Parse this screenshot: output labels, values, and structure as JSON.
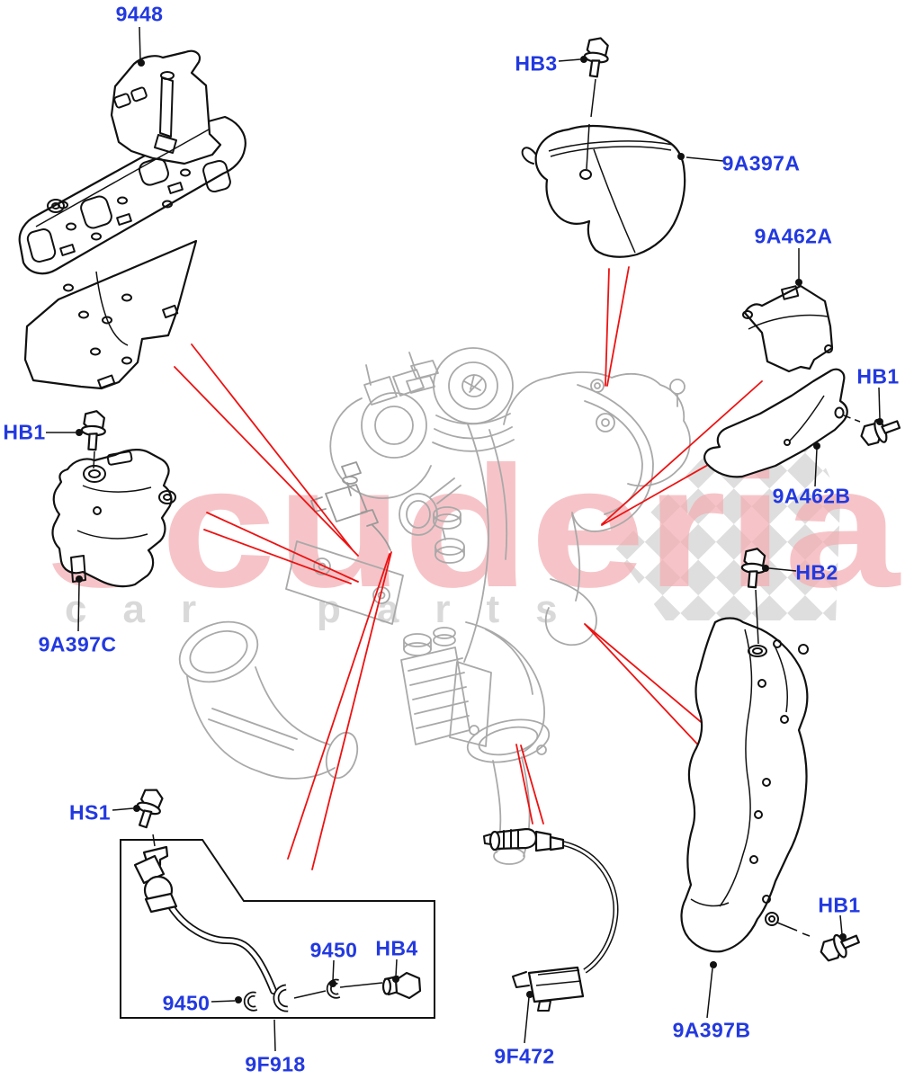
{
  "diagram": {
    "type": "exploded-parts-diagram",
    "subject": "turbocharger heat shields and sensors",
    "labels": [
      {
        "id": "9448",
        "text": "9448"
      },
      {
        "id": "hb3",
        "text": "HB3"
      },
      {
        "id": "9a397a",
        "text": "9A397A"
      },
      {
        "id": "9a462a",
        "text": "9A462A"
      },
      {
        "id": "hb1-right",
        "text": "HB1"
      },
      {
        "id": "9a462b",
        "text": "9A462B"
      },
      {
        "id": "hb2",
        "text": "HB2"
      },
      {
        "id": "hb1-left",
        "text": "HB1"
      },
      {
        "id": "9a397c",
        "text": "9A397C"
      },
      {
        "id": "hs1",
        "text": "HS1"
      },
      {
        "id": "9450-a",
        "text": "9450"
      },
      {
        "id": "9450-b",
        "text": "9450"
      },
      {
        "id": "hb4",
        "text": "HB4"
      },
      {
        "id": "9f918",
        "text": "9F918"
      },
      {
        "id": "9f472",
        "text": "9F472"
      },
      {
        "id": "9a397b",
        "text": "9A397B"
      },
      {
        "id": "hb1-bottom",
        "text": "HB1"
      }
    ],
    "watermark": {
      "brand": "scuderia",
      "sub_left": "car",
      "sub_right": "parts"
    },
    "colors": {
      "label_blue": "#2239e0",
      "leader_red": "#ee1212",
      "line_black": "#111111",
      "engine_gray": "#a9a9a9",
      "watermark_pink": "#f3aeb3",
      "watermark_gray": "#d9d9d9",
      "checker_gray": "#dedede",
      "background": "#ffffff"
    }
  }
}
